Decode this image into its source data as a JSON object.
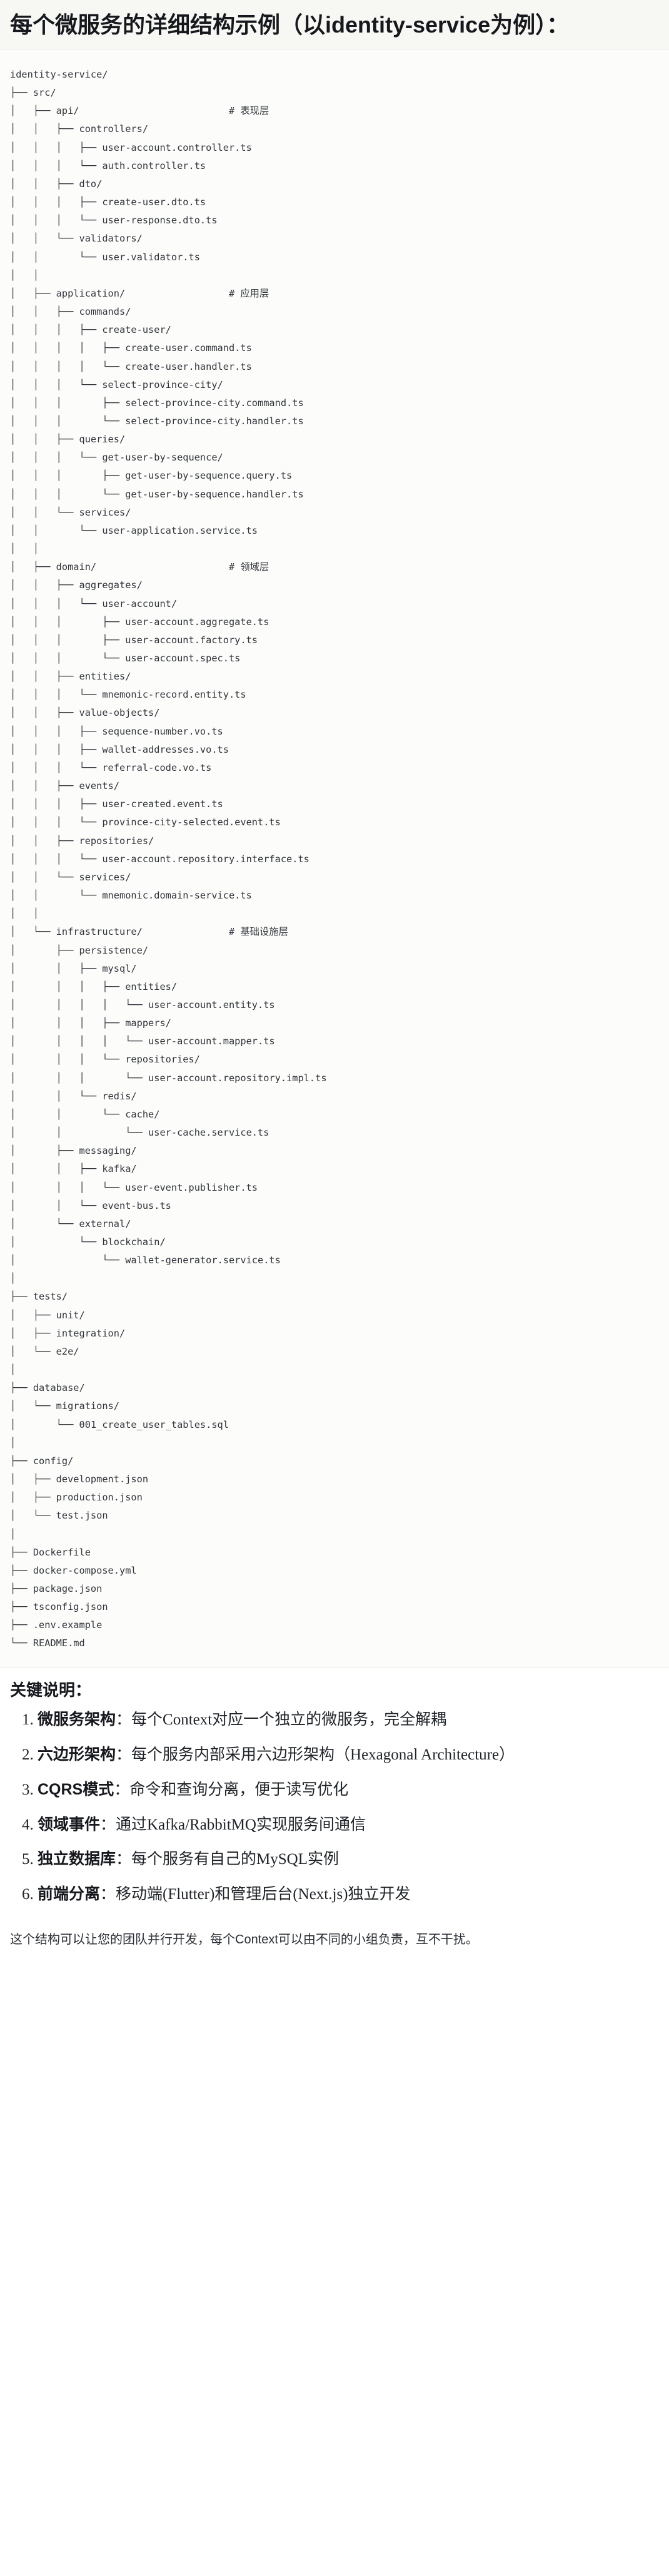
{
  "header": {
    "title": "每个微服务的详细结构示例（以identity-service为例）："
  },
  "tree": {
    "root": "identity-service/",
    "text": "identity-service/\n├── src/\n│   ├── api/                          # 表现层\n│   │   ├── controllers/\n│   │   │   ├── user-account.controller.ts\n│   │   │   └── auth.controller.ts\n│   │   ├── dto/\n│   │   │   ├── create-user.dto.ts\n│   │   │   └── user-response.dto.ts\n│   │   └── validators/\n│   │       └── user.validator.ts\n│   │\n│   ├── application/                  # 应用层\n│   │   ├── commands/\n│   │   │   ├── create-user/\n│   │   │   │   ├── create-user.command.ts\n│   │   │   │   └── create-user.handler.ts\n│   │   │   └── select-province-city/\n│   │   │       ├── select-province-city.command.ts\n│   │   │       └── select-province-city.handler.ts\n│   │   ├── queries/\n│   │   │   └── get-user-by-sequence/\n│   │   │       ├── get-user-by-sequence.query.ts\n│   │   │       └── get-user-by-sequence.handler.ts\n│   │   └── services/\n│   │       └── user-application.service.ts\n│   │\n│   ├── domain/                       # 领域层\n│   │   ├── aggregates/\n│   │   │   └── user-account/\n│   │   │       ├── user-account.aggregate.ts\n│   │   │       ├── user-account.factory.ts\n│   │   │       └── user-account.spec.ts\n│   │   ├── entities/\n│   │   │   └── mnemonic-record.entity.ts\n│   │   ├── value-objects/\n│   │   │   ├── sequence-number.vo.ts\n│   │   │   ├── wallet-addresses.vo.ts\n│   │   │   └── referral-code.vo.ts\n│   │   ├── events/\n│   │   │   ├── user-created.event.ts\n│   │   │   └── province-city-selected.event.ts\n│   │   ├── repositories/\n│   │   │   └── user-account.repository.interface.ts\n│   │   └── services/\n│   │       └── mnemonic.domain-service.ts\n│   │\n│   └── infrastructure/               # 基础设施层\n│       ├── persistence/\n│       │   ├── mysql/\n│       │   │   ├── entities/\n│       │   │   │   └── user-account.entity.ts\n│       │   │   ├── mappers/\n│       │   │   │   └── user-account.mapper.ts\n│       │   │   └── repositories/\n│       │   │       └── user-account.repository.impl.ts\n│       │   └── redis/\n│       │       └── cache/\n│       │           └── user-cache.service.ts\n│       ├── messaging/\n│       │   ├── kafka/\n│       │   │   └── user-event.publisher.ts\n│       │   └── event-bus.ts\n│       └── external/\n│           └── blockchain/\n│               └── wallet-generator.service.ts\n│\n├── tests/\n│   ├── unit/\n│   ├── integration/\n│   └── e2e/\n│\n├── database/\n│   └── migrations/\n│       └── 001_create_user_tables.sql\n│\n├── config/\n│   ├── development.json\n│   ├── production.json\n│   └── test.json\n│\n├── Dockerfile\n├── docker-compose.yml\n├── package.json\n├── tsconfig.json\n├── .env.example\n└── README.md",
    "layer_comments": [
      "# 表现层",
      "# 应用层",
      "# 领域层",
      "# 基础设施层"
    ]
  },
  "notes": {
    "title": "关键说明：",
    "items": [
      {
        "term": "微服务架构",
        "desc": "：每个Context对应一个独立的微服务，完全解耦"
      },
      {
        "term": "六边形架构",
        "desc": "：每个服务内部采用六边形架构（Hexagonal Architecture）"
      },
      {
        "term": "CQRS模式",
        "desc": "：命令和查询分离，便于读写优化"
      },
      {
        "term": "领域事件",
        "desc": "：通过Kafka/RabbitMQ实现服务间通信"
      },
      {
        "term": "独立数据库",
        "desc": "：每个服务有自己的MySQL实例"
      },
      {
        "term": "前端分离",
        "desc": "：移动端(Flutter)和管理后台(Next.js)独立开发"
      }
    ],
    "closing": "这个结构可以让您的团队并行开发，每个Context可以由不同的小组负责，互不干扰。"
  },
  "colors": {
    "header_bg": "#f7f7f4",
    "code_bg": "#fcfcfa",
    "text": "#1f2328",
    "code_text": "#30343a",
    "border": "#e3e3de"
  }
}
